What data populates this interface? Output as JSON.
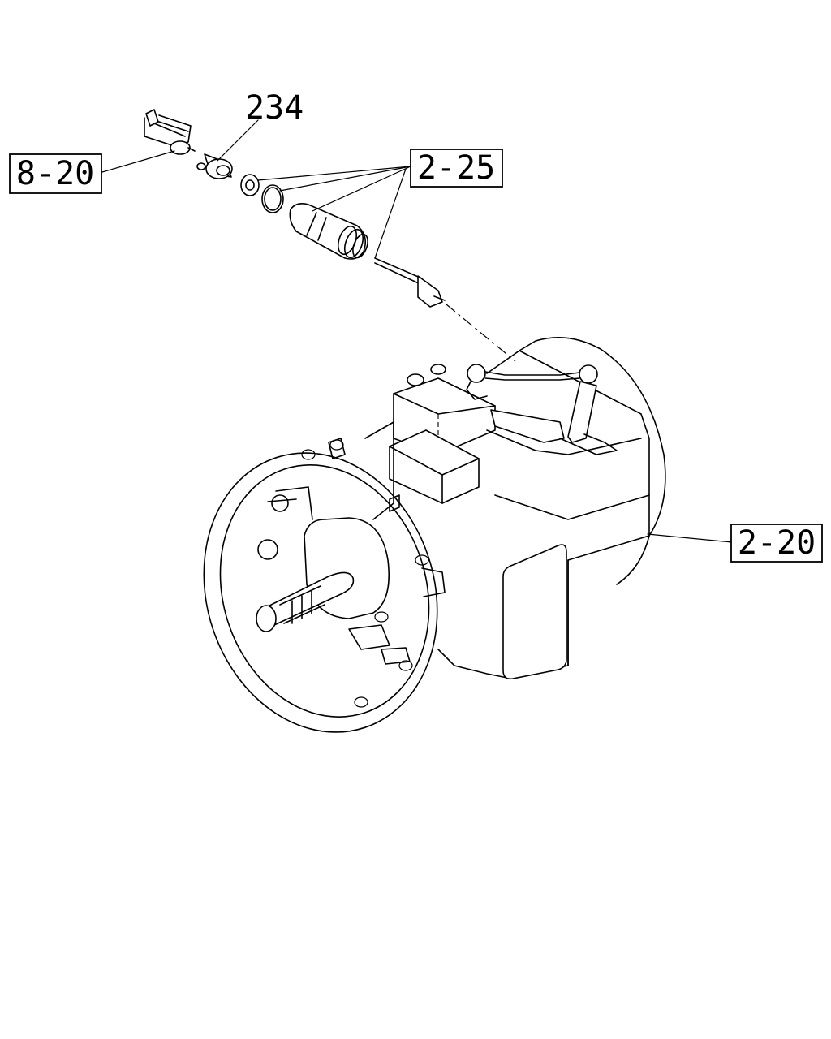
{
  "callouts": {
    "ref_8_20": "8-20",
    "part_234": "234",
    "ref_2_25": "2-25",
    "ref_2_20": "2-20"
  }
}
